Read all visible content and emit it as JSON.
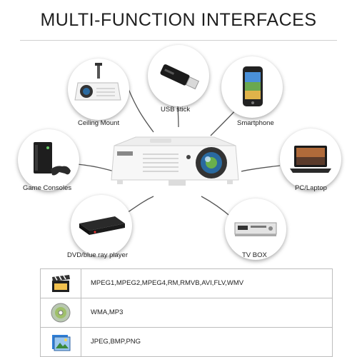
{
  "title": "MULTI-FUNCTION INTERFACES",
  "devices": {
    "usb_stick": "USB stick",
    "ceiling_mount": "Ceiling Mount",
    "smartphone": "Smartphone",
    "game_consoles": "Game Consoles",
    "pc_laptop": "PC/Laptop",
    "dvd_player": "DVD/blue ray player",
    "tv_box": "TV BOX"
  },
  "formats": [
    {
      "icon": "video-clapper-icon",
      "text": "MPEG1,MPEG2,MPEG4,RM,RMVB,AVI,FLV,WMV"
    },
    {
      "icon": "audio-disc-icon",
      "text": "WMA,MP3"
    },
    {
      "icon": "image-gallery-icon",
      "text": "JPEG,BMP,PNG"
    }
  ],
  "colors": {
    "accent_blue": "#2f7fd8",
    "border": "#bdbdbd"
  }
}
